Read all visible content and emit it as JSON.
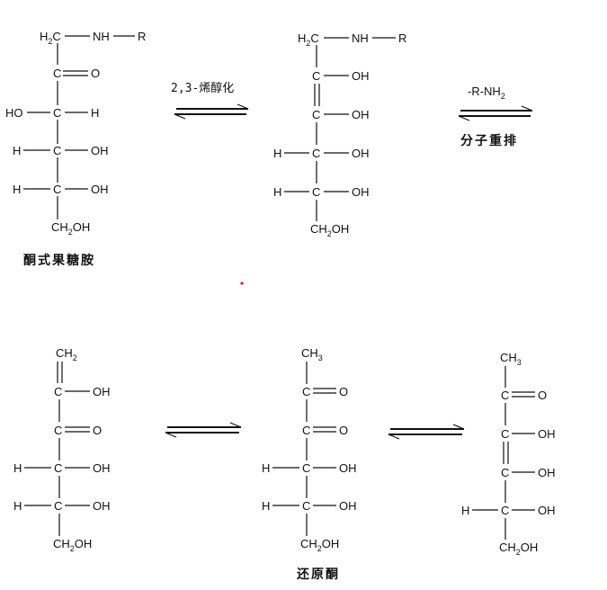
{
  "compounds": {
    "amadori": {
      "name": "酮式果糖胺"
    },
    "reductone": {
      "name": "还原酮"
    }
  },
  "labels": {
    "H2C": "H",
    "H2C_sub": "2",
    "H2C_tail": "C",
    "NH": "NH",
    "R": "R",
    "C": "C",
    "O": "O",
    "OH": "OH",
    "HO": "HO",
    "H": "H",
    "CH2OH_a": "CH",
    "CH2OH_sub": "2",
    "CH2OH_b": "OH",
    "CH2": "CH",
    "CH2_sub": "2",
    "CH3": "CH",
    "CH3_sub": "3"
  },
  "arrows": {
    "enolization": {
      "label": "2,3-烯醇化"
    },
    "rearrangement": {
      "reagent": "-R-NH",
      "reagent_sub": "2",
      "label": "分子重排"
    }
  },
  "colors": {
    "ink": "#111111",
    "dot": "#dd2211"
  }
}
